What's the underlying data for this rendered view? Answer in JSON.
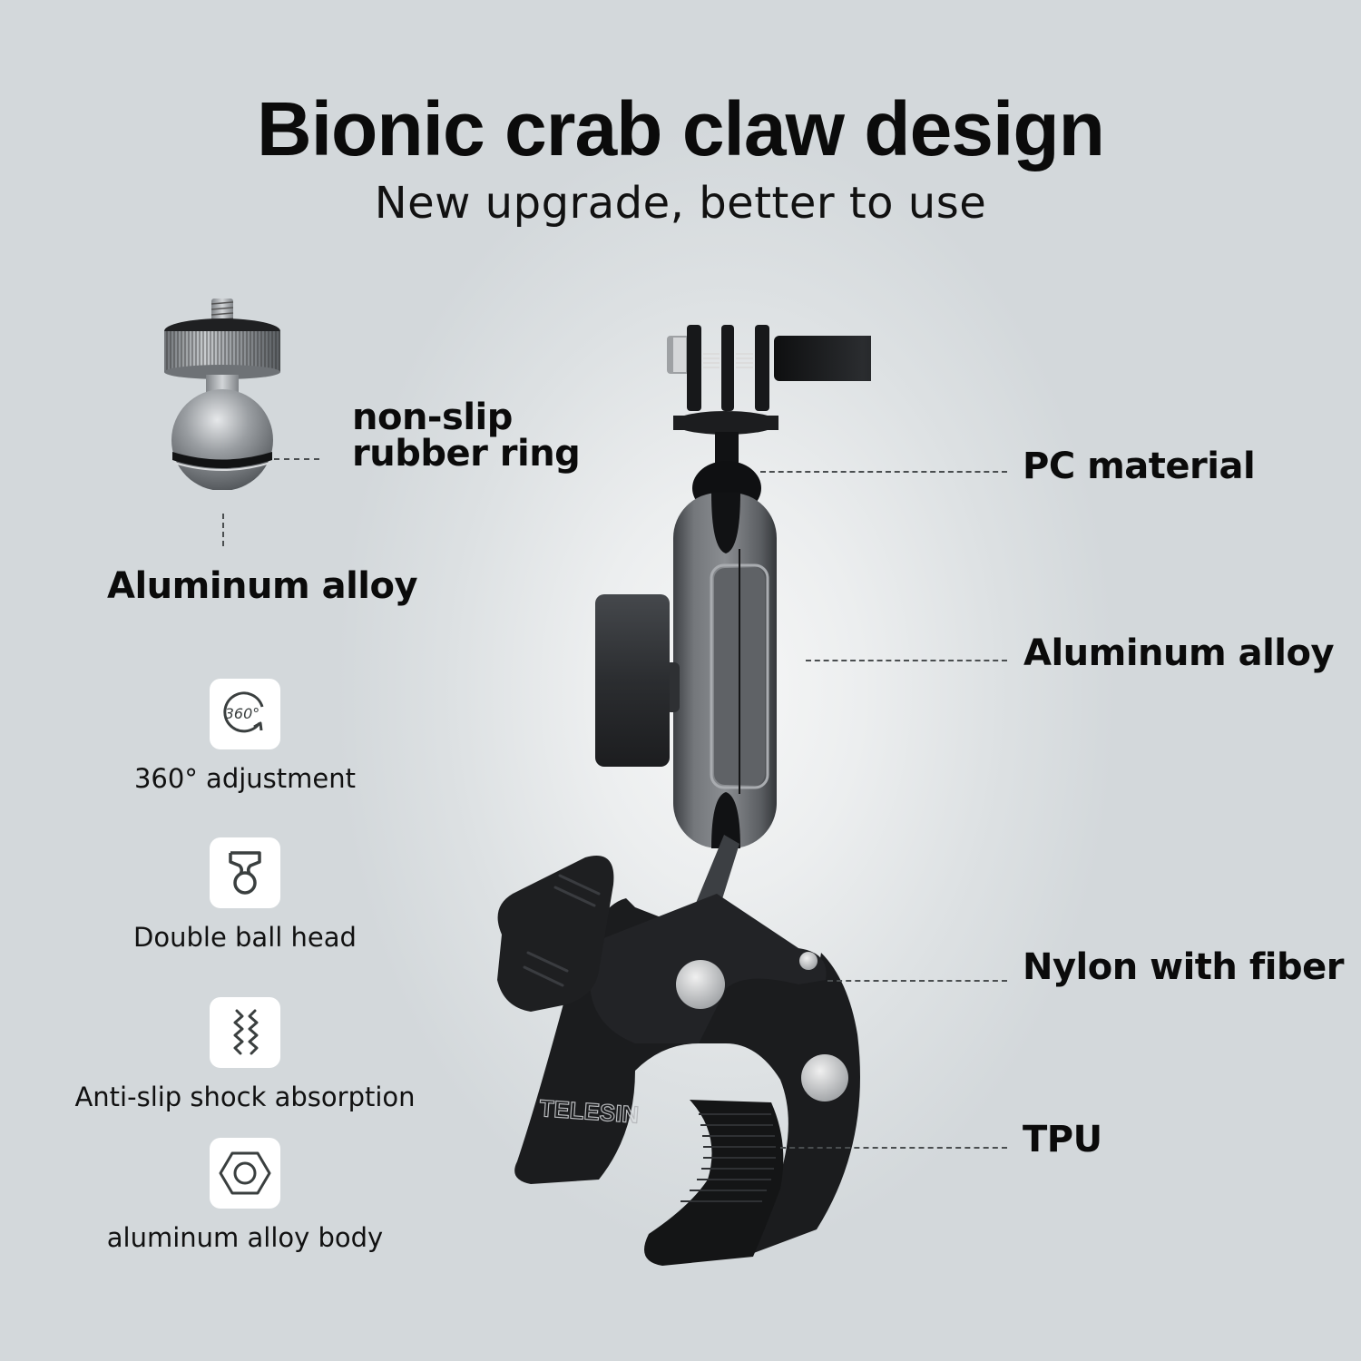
{
  "header": {
    "title": "Bionic crab claw design",
    "subtitle": "New upgrade, better to use"
  },
  "ball_adapter": {
    "callout_rubber_line1": "non-slip",
    "callout_rubber_line2": "rubber ring",
    "callout_material": "Aluminum alloy"
  },
  "features": [
    {
      "icon": "rotate-360-icon",
      "icon_text": "360°",
      "label": "360° adjustment"
    },
    {
      "icon": "ball-head-icon",
      "label": "Double ball head"
    },
    {
      "icon": "shock-absorption-icon",
      "label": "Anti-slip shock absorption"
    },
    {
      "icon": "hex-nut-icon",
      "label": "aluminum alloy body"
    }
  ],
  "mount_callouts": [
    {
      "label": "PC material"
    },
    {
      "label": "Aluminum alloy"
    },
    {
      "label": "Nylon with fiber"
    },
    {
      "label": "TPU"
    }
  ],
  "product": {
    "brand_mark": "TELESIN"
  },
  "colors": {
    "background": "#d3d8db",
    "center_glow": "#f6f7f7",
    "text": "#0b0b0b",
    "icon_stroke": "#3a3f3f",
    "icon_tile": "#ffffff",
    "arm_grey": "#5f6266",
    "clamp_black": "#1b1c1e"
  }
}
